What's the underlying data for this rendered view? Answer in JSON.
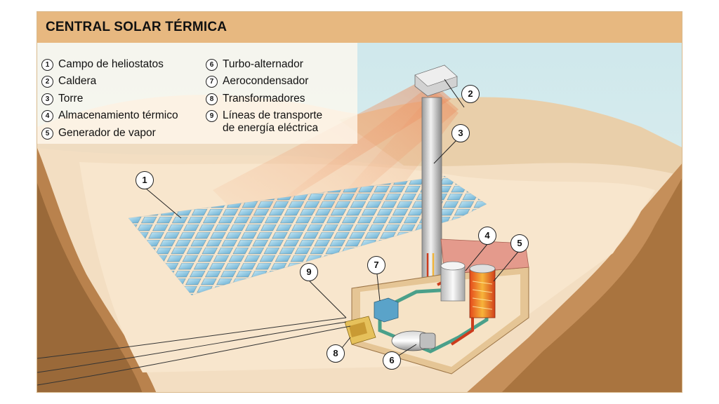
{
  "title": "CENTRAL SOLAR TÉRMICA",
  "legend": [
    {
      "num": "1",
      "label": "Campo de heliostatos"
    },
    {
      "num": "2",
      "label": "Caldera"
    },
    {
      "num": "3",
      "label": "Torre"
    },
    {
      "num": "4",
      "label": "Almacenamiento térmico"
    },
    {
      "num": "5",
      "label": "Generador de vapor"
    },
    {
      "num": "6",
      "label": "Turbo-alternador"
    },
    {
      "num": "7",
      "label": "Aerocondensador"
    },
    {
      "num": "8",
      "label": "Transformadores"
    },
    {
      "num": "9",
      "label_line1": "Líneas de transporte",
      "label_line2": "de energía eléctrica"
    }
  ],
  "callouts": [
    "1",
    "2",
    "3",
    "4",
    "5",
    "6",
    "7",
    "8",
    "9"
  ],
  "colors": {
    "title_bar": "#e7b880",
    "sky": "#d7ecee",
    "sand": "#f0dcc0",
    "heliostat": "#8fc9e2",
    "steam_pipe": "#cc3b1c",
    "water_pipe": "#4aa08a"
  }
}
